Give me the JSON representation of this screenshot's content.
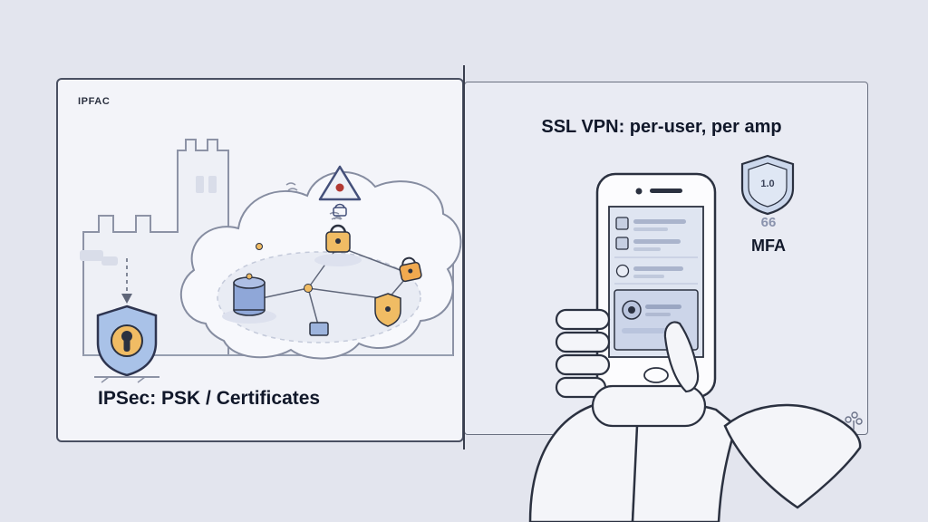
{
  "left_panel": {
    "corner_label": "IPFAC",
    "caption": "IPSec: PSK / Certificates"
  },
  "right_panel": {
    "title": "SSL VPN: per-user, per amp",
    "shield_text": "1.0",
    "code_text": "66",
    "mfa_text": "MFA"
  },
  "colors": {
    "background": "#e3e5ee",
    "panel_left": "#f3f4f9",
    "panel_right": "#e9ebf3",
    "outline": "#2b3140",
    "accent_yellow": "#f0bc64",
    "accent_orange": "#f0a94f",
    "accent_blue": "#9fb6e0",
    "muted_slate": "#8a93ad"
  },
  "icons": {
    "keyhole_shield": "shield-with-keyhole",
    "warning_lock": "warning-triangle-with-lock",
    "padlock": "padlock",
    "server_node": "server-cylinder",
    "mfa_shield": "shield-badge",
    "phone": "smartphone-in-hands",
    "plant": "small-plant-glyph"
  }
}
